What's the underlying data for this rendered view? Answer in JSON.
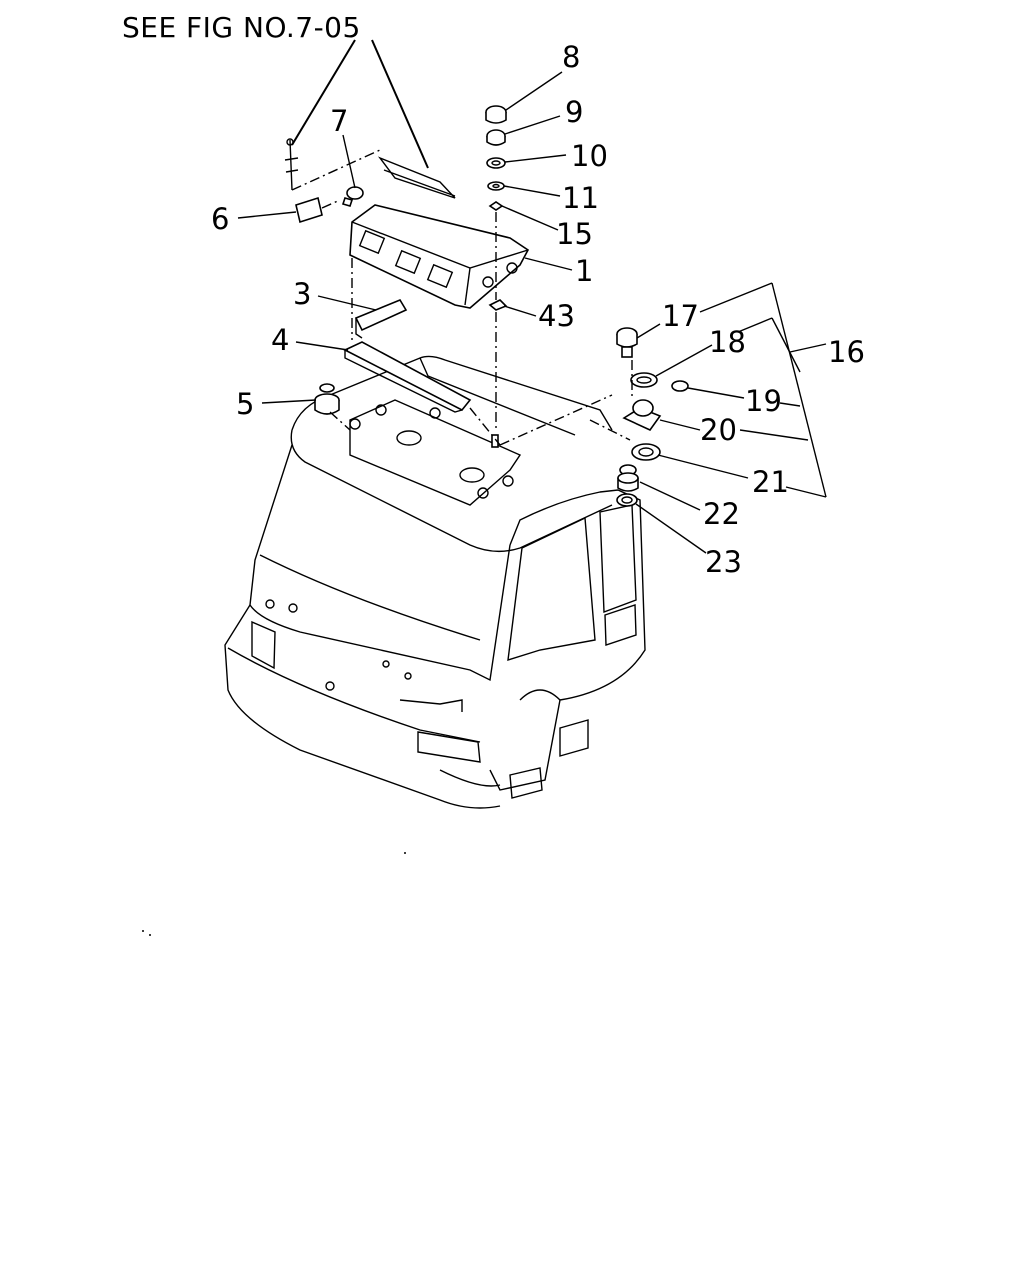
{
  "diagram": {
    "reference_note": "SEE FIG NO.7-05",
    "callouts": [
      {
        "id": "c8",
        "text": "8"
      },
      {
        "id": "c9",
        "text": "9"
      },
      {
        "id": "c10",
        "text": "10"
      },
      {
        "id": "c11",
        "text": "11"
      },
      {
        "id": "c15",
        "text": "15"
      },
      {
        "id": "c1",
        "text": "1"
      },
      {
        "id": "c7",
        "text": "7"
      },
      {
        "id": "c6",
        "text": "6"
      },
      {
        "id": "c3",
        "text": "3"
      },
      {
        "id": "c43",
        "text": "43"
      },
      {
        "id": "c4",
        "text": "4"
      },
      {
        "id": "c5",
        "text": "5"
      },
      {
        "id": "c17",
        "text": "17"
      },
      {
        "id": "c18",
        "text": "18"
      },
      {
        "id": "c16",
        "text": "16"
      },
      {
        "id": "c19",
        "text": "19"
      },
      {
        "id": "c20",
        "text": "20"
      },
      {
        "id": "c21",
        "text": "21"
      },
      {
        "id": "c22",
        "text": "22"
      },
      {
        "id": "c23",
        "text": "23"
      }
    ]
  }
}
